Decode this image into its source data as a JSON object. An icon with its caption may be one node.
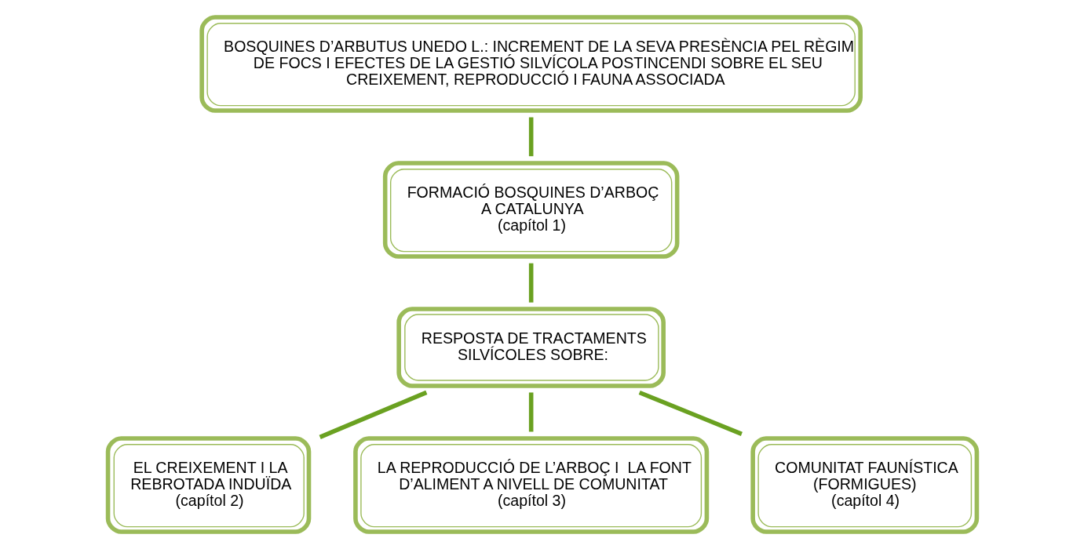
{
  "diagram": {
    "nodes": [
      {
        "text": [
          "BOSQUINES D’ARBUTUS UNEDO L.: INCREMENT DE LA SEVA PRESÈNCIA PEL RÈGIM DE FOCS I EFECTES DE LA GESTIÓ SILVÍCOLA POSTINCENDI SOBRE EL SEU CREIXEMENT, REPRODUCCIÓ I FAUNA ASSOCIADA"
        ]
      },
      {
        "text": [
          "FORMACIÓ BOSQUINES D’ARBOÇ A CATALUNYA",
          "(capítol 1)"
        ]
      },
      {
        "text": [
          "RESPOSTA DE TRACTAMENTS SILVÍCOLES SOBRE:"
        ]
      },
      {
        "text": [
          "EL CREIXEMENT I LA REBROTADA INDUÏDA",
          "(capítol 2)"
        ]
      },
      {
        "text": [
          "LA REPRODUCCIÓ DE L’ARBOÇ I  LA FONT D’ALIMENT A NIVELL DE COMUNITAT",
          "(capítol 3)"
        ]
      },
      {
        "text": [
          "COMUNITAT FAUNÍSTICA (FORMIGUES)",
          "(capítol 4)"
        ]
      }
    ],
    "edges": [
      {
        "from": 0,
        "to": 1,
        "arrow": "none"
      },
      {
        "from": 1,
        "to": 2,
        "arrow": "none"
      },
      {
        "from": 2,
        "to": 3,
        "arrow": "none"
      },
      {
        "from": 2,
        "to": 4,
        "arrow": "none"
      },
      {
        "from": 2,
        "to": 5,
        "arrow": "none"
      }
    ]
  }
}
